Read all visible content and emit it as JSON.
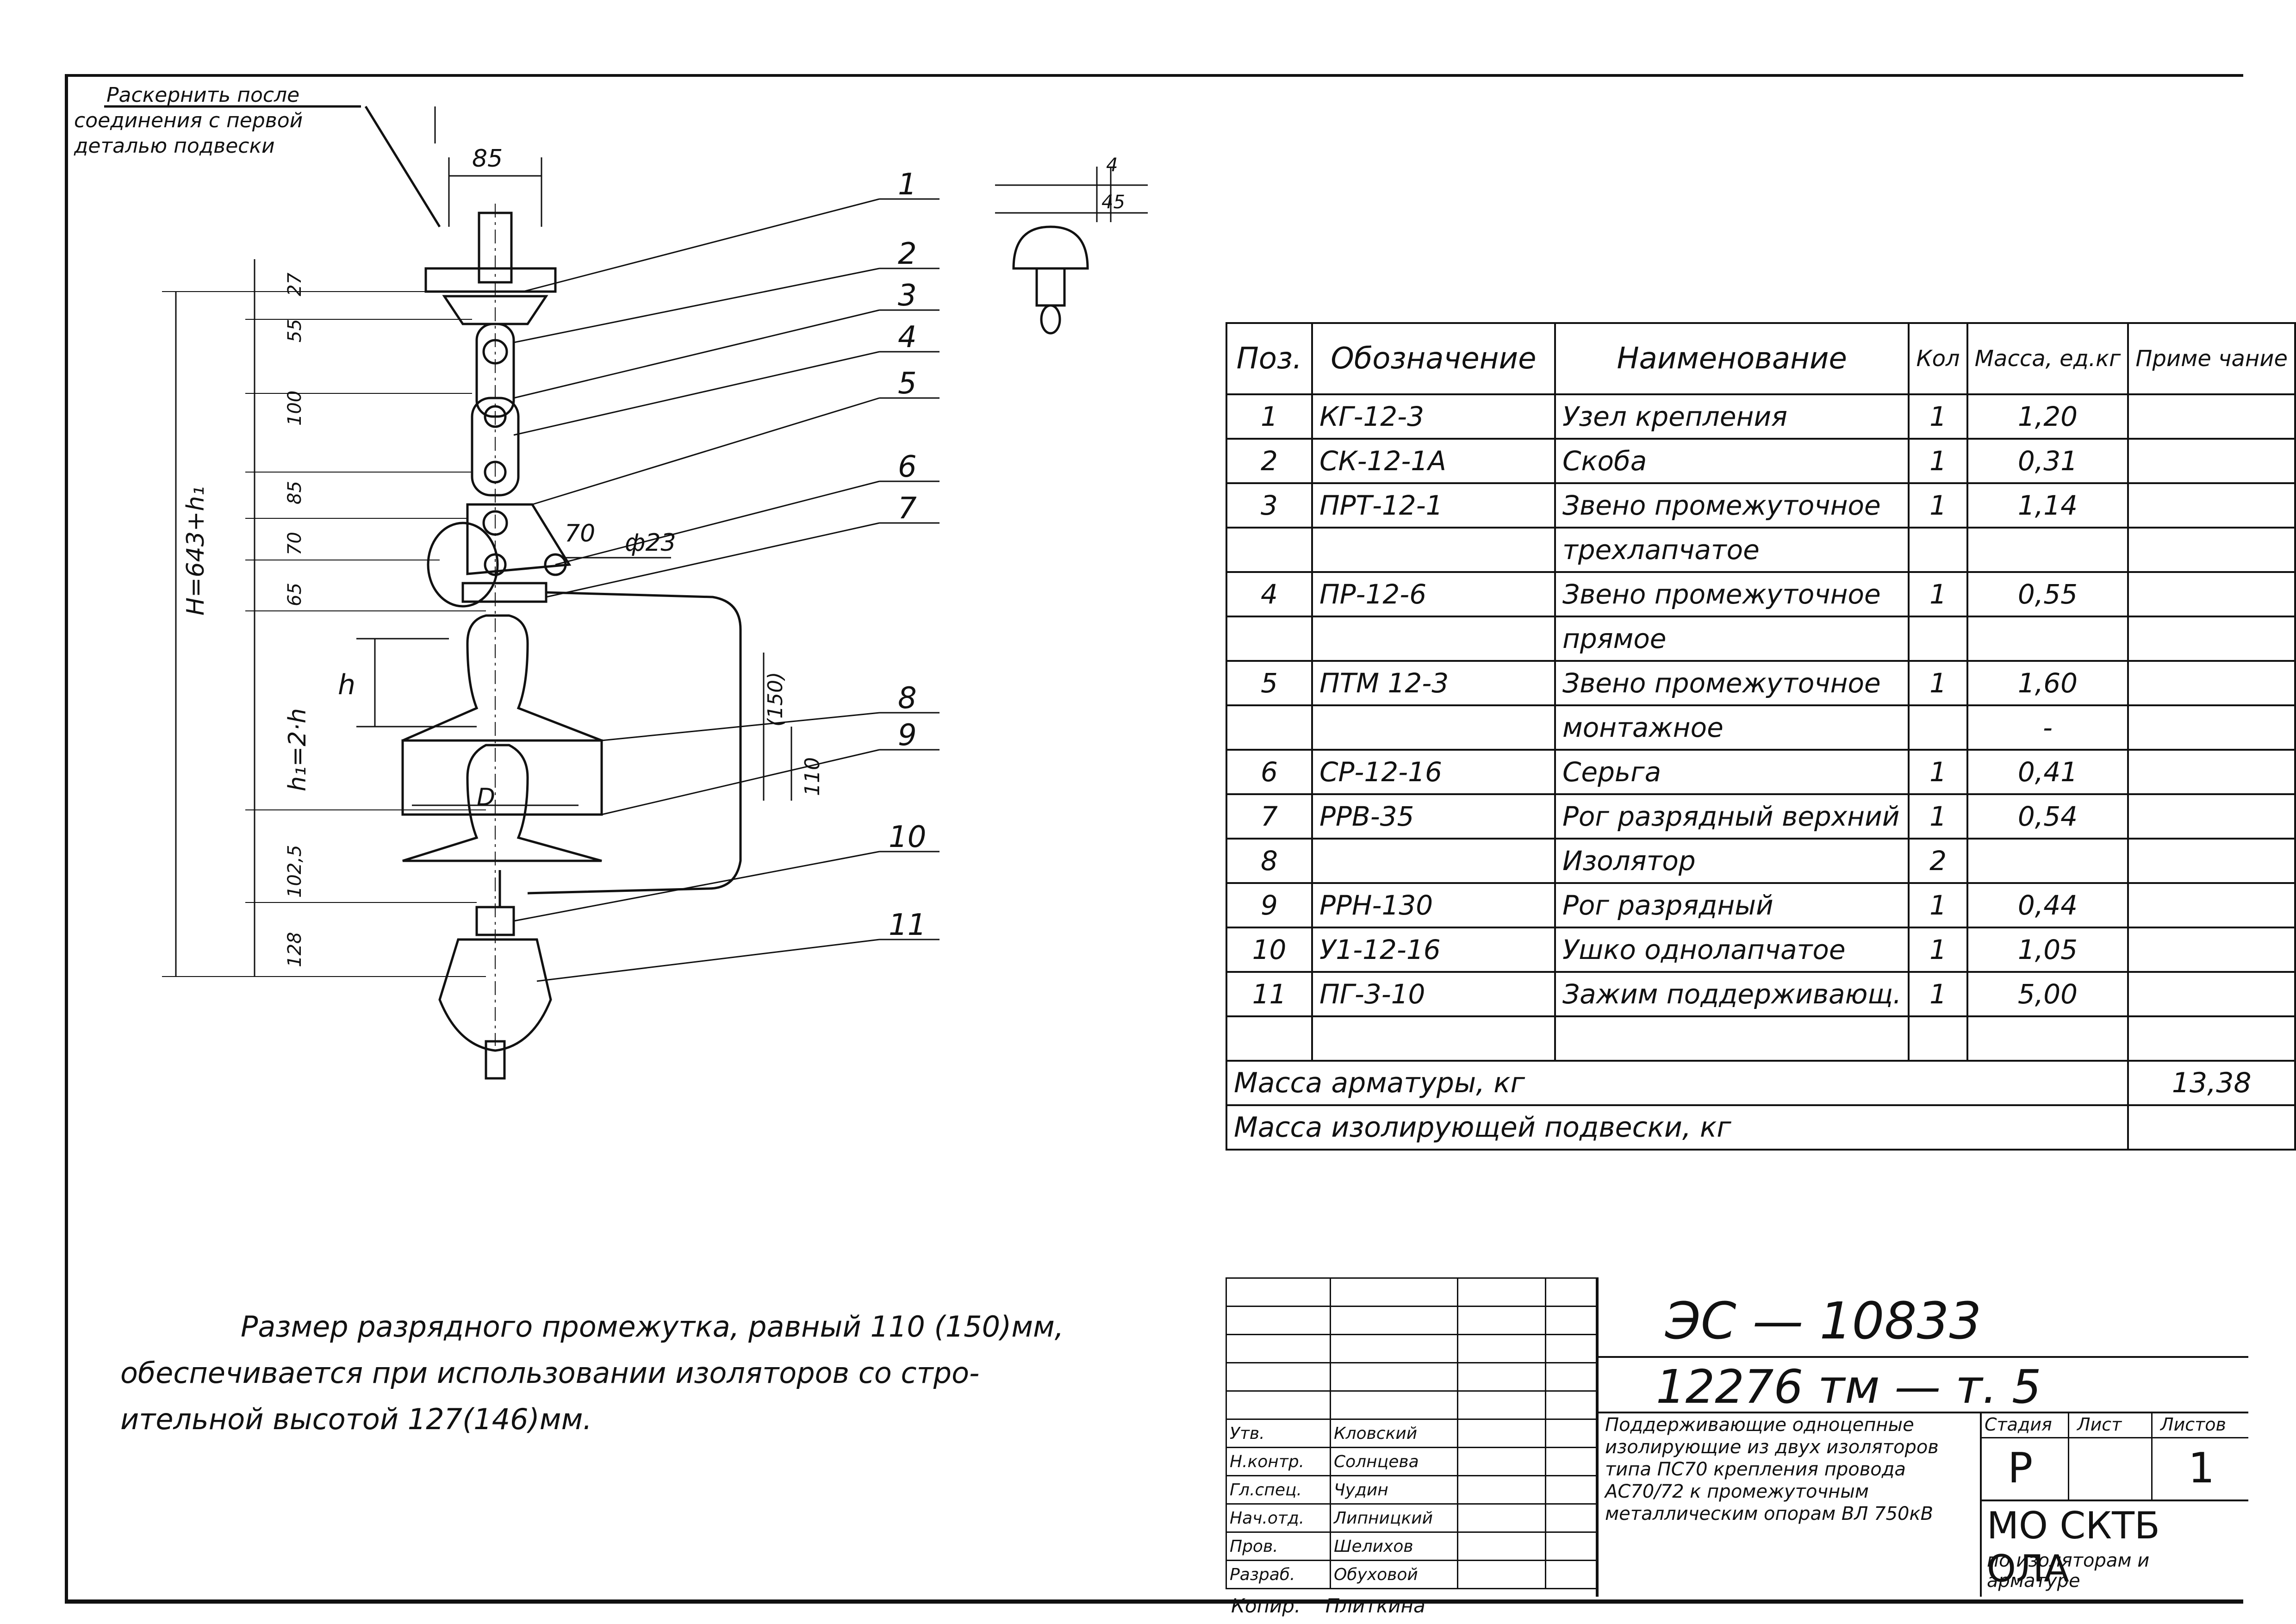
{
  "drawing": {
    "callout_note": [
      "Раскернить после",
      "соединения с первой",
      "деталью подвески"
    ],
    "dim_top": "85",
    "dim_small_a": "4",
    "dim_small_b": "45",
    "dim_lever": "70",
    "dim_hole": "ф23",
    "dim_h": "h",
    "dim_d": "D",
    "dim_150": "(150)",
    "dim_110": "110",
    "dim_total": "H=643+h₁",
    "dim_h1": "h₁=2·h",
    "vert_dims": [
      "27",
      "55",
      "100",
      "85",
      "70",
      "65",
      "102,5",
      "128"
    ],
    "positions": [
      "1",
      "2",
      "3",
      "4",
      "5",
      "6",
      "7",
      "8",
      "9",
      "10",
      "11"
    ]
  },
  "table": {
    "headers": {
      "pos": "Поз.",
      "designation": "Обозначение",
      "name": "Наименование",
      "qty": "Кол",
      "mass": "Масса, ед.кг",
      "note": "Приме чание"
    },
    "rows": [
      {
        "pos": "1",
        "designation": "КГ-12-3",
        "name": "Узел крепления",
        "qty": "1",
        "mass": "1,20",
        "note": ""
      },
      {
        "pos": "2",
        "designation": "СК-12-1А",
        "name": "Скоба",
        "qty": "1",
        "mass": "0,31",
        "note": ""
      },
      {
        "pos": "3",
        "designation": "ПРТ-12-1",
        "name": "Звено промежуточное",
        "qty": "1",
        "mass": "1,14",
        "note": ""
      },
      {
        "pos": "",
        "designation": "",
        "name": "трехлапчатое",
        "qty": "",
        "mass": "",
        "note": ""
      },
      {
        "pos": "4",
        "designation": "ПР-12-6",
        "name": "Звено промежуточное",
        "qty": "1",
        "mass": "0,55",
        "note": ""
      },
      {
        "pos": "",
        "designation": "",
        "name": "прямое",
        "qty": "",
        "mass": "",
        "note": ""
      },
      {
        "pos": "5",
        "designation": "ПТМ 12-3",
        "name": "Звено промежуточное",
        "qty": "1",
        "mass": "1,60",
        "note": ""
      },
      {
        "pos": "",
        "designation": "",
        "name": "монтажное",
        "qty": "",
        "mass": "-",
        "note": ""
      },
      {
        "pos": "6",
        "designation": "СР-12-16",
        "name": "Серьга",
        "qty": "1",
        "mass": "0,41",
        "note": ""
      },
      {
        "pos": "7",
        "designation": "РРВ-35",
        "name": "Рог разрядный верхний",
        "qty": "1",
        "mass": "0,54",
        "note": ""
      },
      {
        "pos": "8",
        "designation": "",
        "name": "Изолятор",
        "qty": "2",
        "mass": "",
        "note": ""
      },
      {
        "pos": "9",
        "designation": "РРН-130",
        "name": "Рог разрядный",
        "qty": "1",
        "mass": "0,44",
        "note": ""
      },
      {
        "pos": "10",
        "designation": "У1-12-16",
        "name": "Ушко однолапчатое",
        "qty": "1",
        "mass": "1,05",
        "note": ""
      },
      {
        "pos": "11",
        "designation": "ПГ-3-10",
        "name": "Зажим поддерживающ.",
        "qty": "1",
        "mass": "5,00",
        "note": ""
      },
      {
        "pos": "",
        "designation": "",
        "name": "",
        "qty": "",
        "mass": "",
        "note": ""
      }
    ],
    "armature_mass_label": "Масса арматуры, кг",
    "armature_mass_value": "13,38",
    "insulation_mass_label": "Масса изолирующей подвески, кг",
    "insulation_mass_value": ""
  },
  "note": {
    "line1": "Размер разрядного промежутка, равный 110 (150)мм,",
    "line2": "обеспечивается при использовании изоляторов со стро-",
    "line3": "ительной высотой 127(146)мм."
  },
  "title_block": {
    "code1": "ЭС — 10833",
    "code2": "12276 тм — т. 5",
    "description": "Поддерживающие одноцепные изолирующие из двух изоляторов типа ПС70 крепления провода АС70/72 к промежуточным металлическим опорам ВЛ 750кВ",
    "stage_label": "Стадия",
    "sheet_label": "Лист",
    "sheets_label": "Листов",
    "stage_value": "Р",
    "sheet_value": "",
    "sheets_value": "1",
    "org_name": "МО СКТБ ОЛА",
    "org_sub": "по изоляторам и арматуре",
    "people": [
      {
        "role": "Утв.",
        "name": "Кловский"
      },
      {
        "role": "Н.контр.",
        "name": "Солнцева"
      },
      {
        "role": "Гл.спец.",
        "name": "Чудин"
      },
      {
        "role": "Нач.отд.",
        "name": "Липницкий"
      },
      {
        "role": "Пров.",
        "name": "Шелихов"
      },
      {
        "role": "Разраб.",
        "name": "Обуховой"
      }
    ],
    "copied_label": "Копир.",
    "copied_name": "Плиткина"
  }
}
